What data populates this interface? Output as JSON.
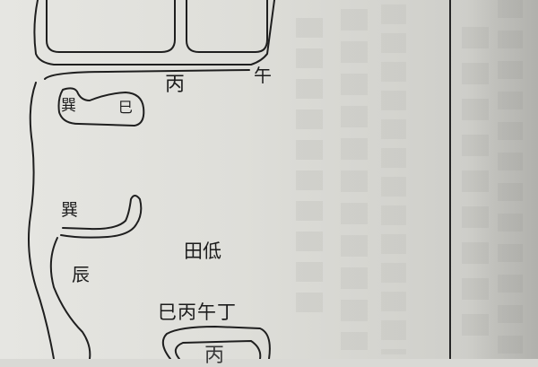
{
  "labels": {
    "bing_top": "丙",
    "wu_top": "午",
    "xun_upper": "巽",
    "si_upper": "巳",
    "xun_lower": "巽",
    "chen": "辰",
    "tian_di": "田低",
    "bottom_row": "巳丙午丁",
    "bottom_partial": "丙"
  },
  "colors": {
    "ink": "#1c1c1c",
    "paper": "#e2e2de"
  }
}
